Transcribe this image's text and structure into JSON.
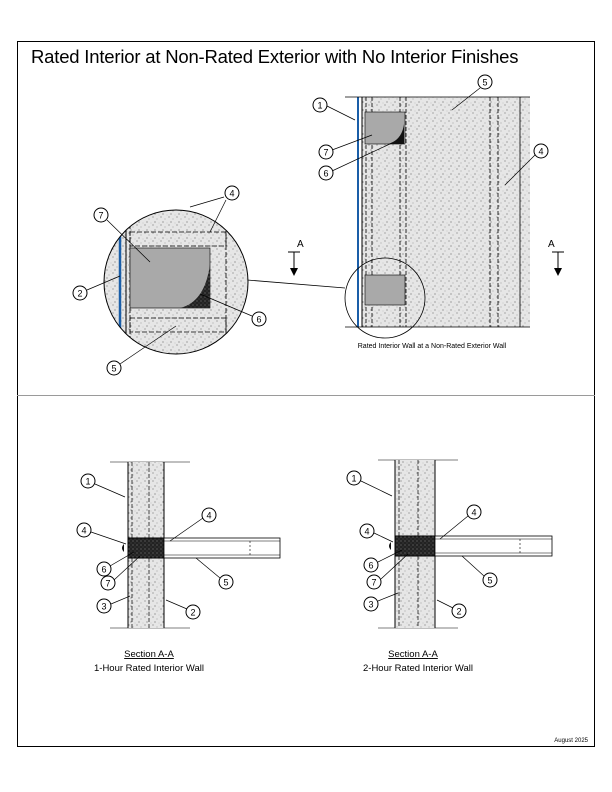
{
  "title": "Rated Interior at Non-Rated Exterior with No Interior Finishes",
  "plan_caption": "Rated Interior Wall at a Non-Rated Exterior Wall",
  "section_marker": "A",
  "callouts": {
    "plan": [
      "1",
      "5",
      "7",
      "6",
      "4"
    ],
    "detail": [
      "4",
      "7",
      "2",
      "6",
      "5"
    ],
    "section_1hr": [
      "1",
      "4",
      "6",
      "7",
      "4",
      "5",
      "3",
      "2"
    ],
    "section_2hr": [
      "1",
      "4",
      "6",
      "7",
      "4",
      "5",
      "3",
      "2"
    ]
  },
  "section_1hr": {
    "label": "Section A-A",
    "sublabel": "1-Hour Rated Interior Wall"
  },
  "section_2hr": {
    "label": "Section A-A",
    "sublabel": "2-Hour Rated Interior Wall"
  },
  "date": "August 2025",
  "colors": {
    "insulation_strip": "#1a5ea8",
    "sealant": "#111111",
    "board": "#a9a9a9"
  }
}
